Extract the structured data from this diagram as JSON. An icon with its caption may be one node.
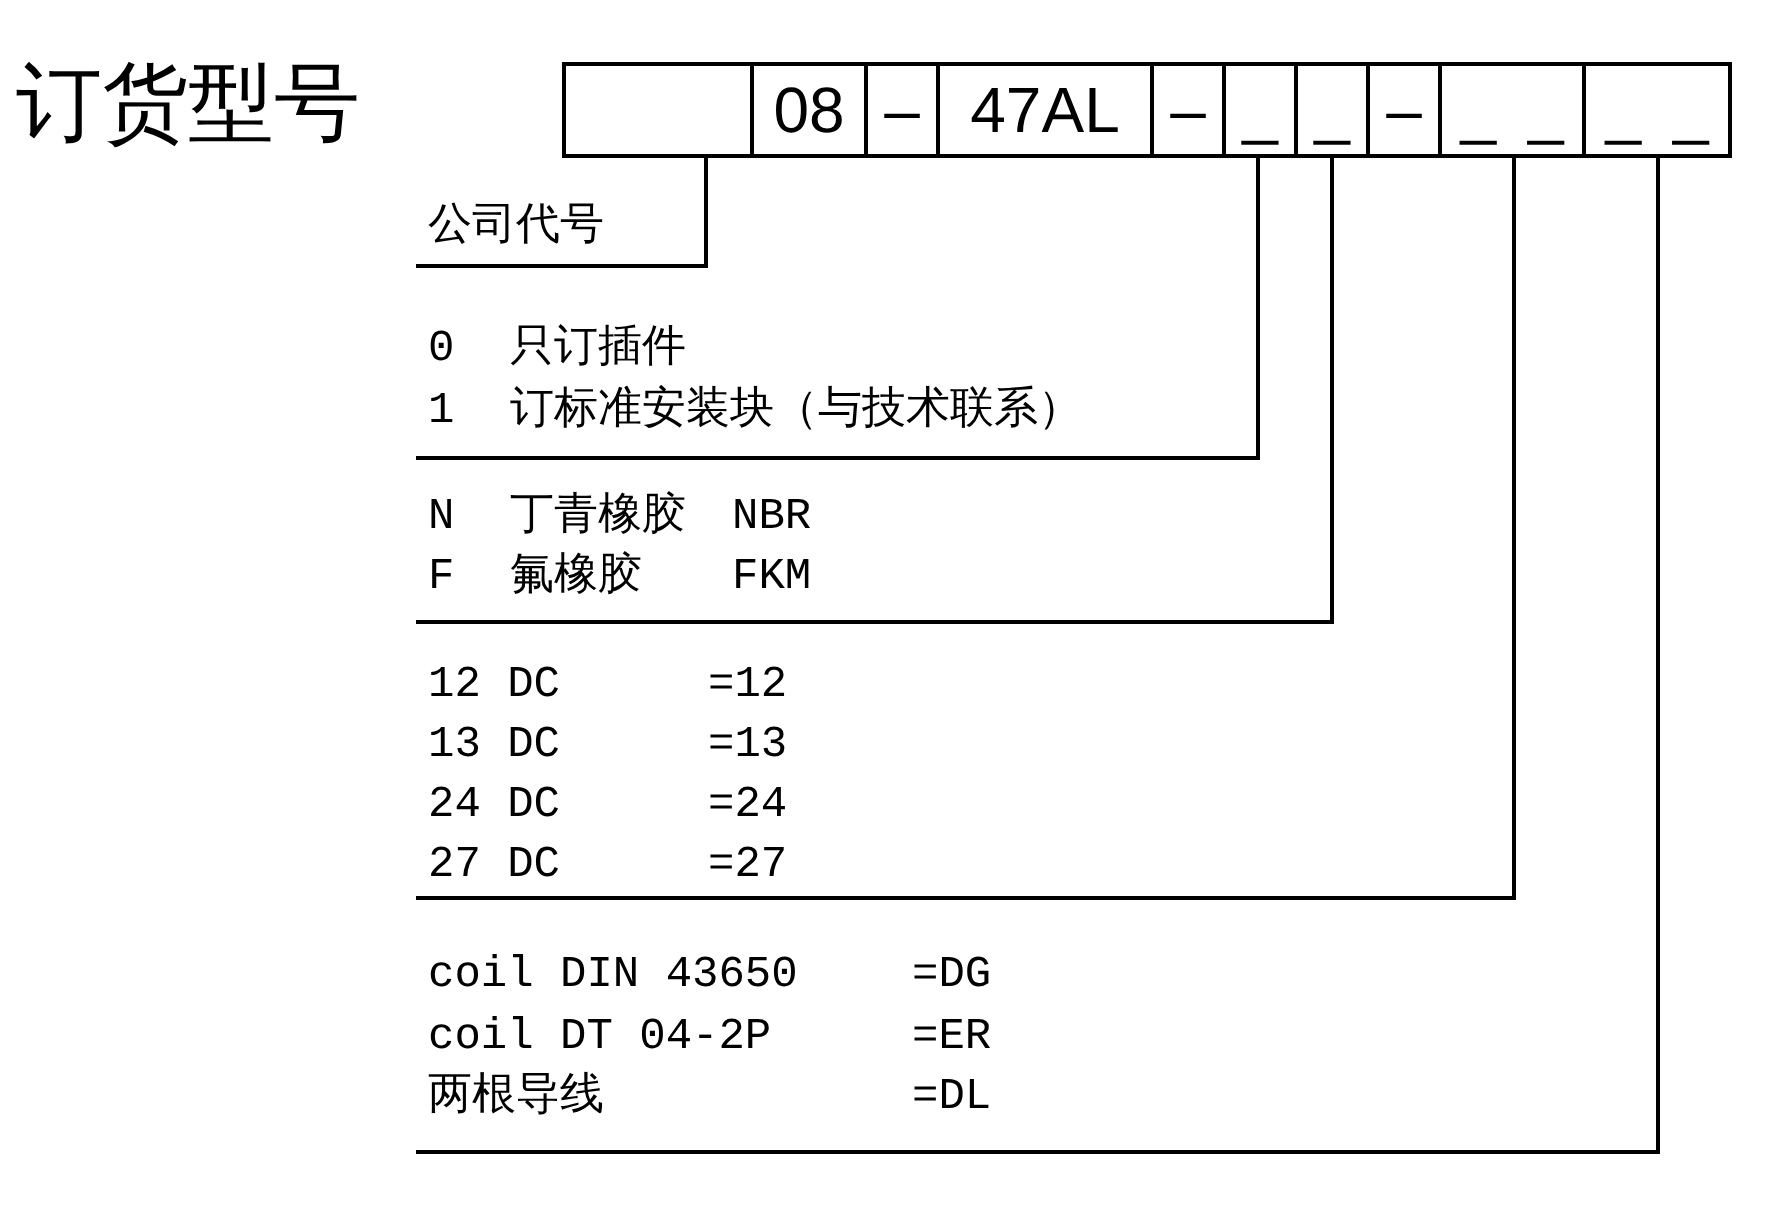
{
  "diagram": {
    "title": "订货型号",
    "nodes": [
      {
        "text": [],
        "shape": "box"
      },
      {
        "text": [
          "08"
        ]
      },
      {
        "text": [
          "–"
        ]
      },
      {
        "text": [
          "47AL"
        ]
      },
      {
        "text": [
          "–"
        ]
      },
      {
        "text": [
          "_"
        ]
      },
      {
        "text": [
          "_"
        ]
      },
      {
        "text": [
          "–"
        ]
      },
      {
        "text": [
          "_",
          "_"
        ]
      },
      {
        "text": [
          "_",
          "_"
        ]
      },
      {
        "text": [
          "公司代号"
        ]
      },
      {
        "text": [
          "0",
          "只订插件",
          "1",
          "订标准安装块（与技术联系）"
        ]
      },
      {
        "text": [
          "N",
          "丁青橡胶",
          "NBR",
          "F",
          "氟橡胶",
          "FKM"
        ]
      },
      {
        "text": [
          "12 DC",
          "=12",
          "13 DC",
          "=13",
          "24 DC",
          "=24",
          "27 DC",
          "=27"
        ]
      },
      {
        "text": [
          "coil DIN 43650",
          "=DG",
          "coil DT 04-2P",
          "=ER",
          "两根导线",
          "=DL"
        ]
      }
    ],
    "edges": [
      {
        "from": 0,
        "to": 10,
        "arrow": "none"
      },
      {
        "from": 5,
        "to": 11,
        "arrow": "none"
      },
      {
        "from": 6,
        "to": 12,
        "arrow": "none"
      },
      {
        "from": 8,
        "to": 13,
        "arrow": "none"
      },
      {
        "from": 9,
        "to": 14,
        "arrow": "none"
      }
    ]
  }
}
